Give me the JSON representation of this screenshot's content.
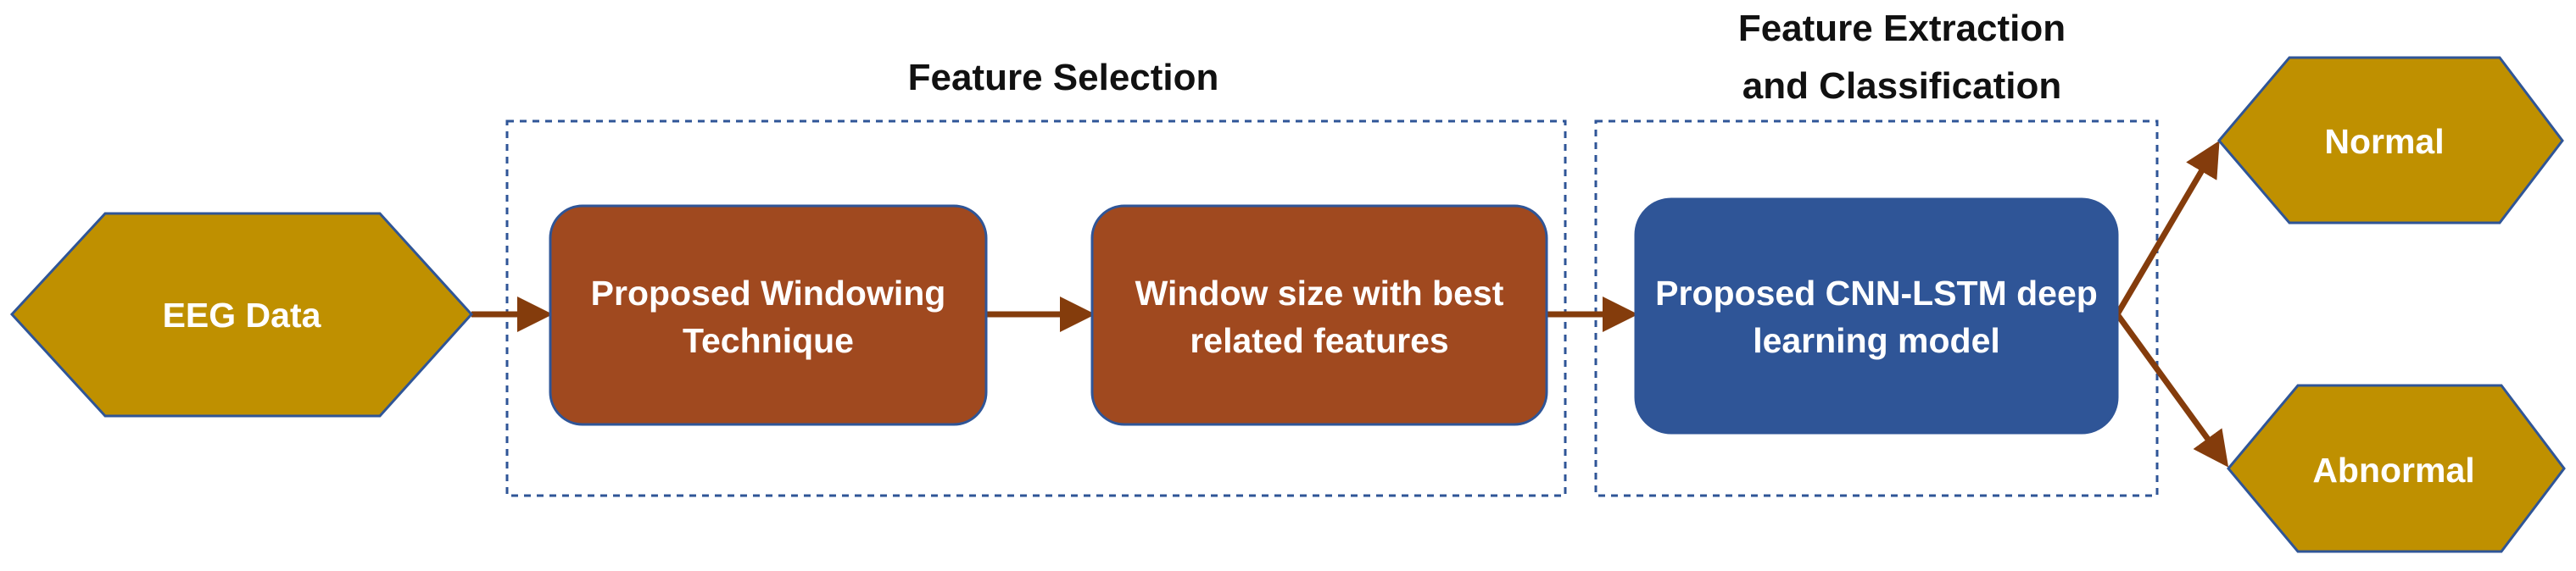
{
  "colors": {
    "hexagon_fill": "#BF9000",
    "hexagon_stroke": "#2F5597",
    "process_fill": "#A0491F",
    "model_fill": "#2F5597",
    "arrow": "#843C0C",
    "dashed_border": "#2F5597",
    "label_text": "#111111",
    "node_text": "#FFFFFF"
  },
  "groups": {
    "feature_selection": {
      "title": "Feature Selection"
    },
    "feature_extraction": {
      "title_line1": "Feature Extraction",
      "title_line2": "and Classification"
    }
  },
  "nodes": {
    "input": {
      "label": "EEG Data"
    },
    "windowing": {
      "line1": "Proposed Windowing",
      "line2": "Technique"
    },
    "window_size": {
      "line1": "Window size with best",
      "line2": "related features"
    },
    "model": {
      "line1": "Proposed CNN-LSTM deep",
      "line2": "learning model"
    },
    "output_normal": {
      "label": "Normal"
    },
    "output_abnormal": {
      "label": "Abnormal"
    }
  }
}
